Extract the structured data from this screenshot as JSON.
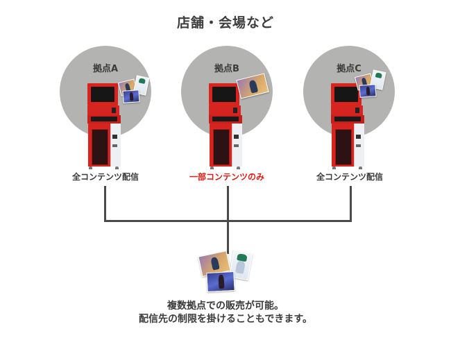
{
  "title": "店舗・会場など",
  "sites": [
    {
      "name": "拠点A",
      "caption": "全コンテンツ配信",
      "caption_status": "all",
      "photos": [
        "dancer",
        "anime-character",
        "singer"
      ]
    },
    {
      "name": "拠点B",
      "caption": "一部コンテンツのみ",
      "caption_status": "limited",
      "photos": [
        "dancer"
      ]
    },
    {
      "name": "拠点C",
      "caption": "全コンテンツ配信",
      "caption_status": "all",
      "photos": [
        "dancer",
        "anime-character",
        "singer"
      ]
    }
  ],
  "hub": {
    "photos": [
      "dancer",
      "anime-character",
      "singer"
    ]
  },
  "footer": {
    "line1": "複数拠点での販売が可能。",
    "line2": "配信先の制限を掛けることもできます。"
  },
  "colors": {
    "circle": "#b3b3b1",
    "kiosk_red": "#d9231f",
    "limited_text": "#e11a12",
    "text": "#3a3a3a",
    "connector": "#4a4a4a"
  }
}
